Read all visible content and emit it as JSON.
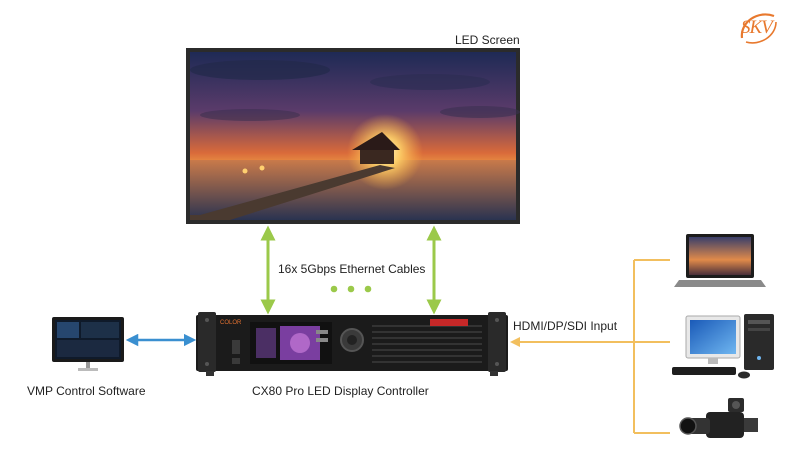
{
  "brand": {
    "logo_text": "SKV"
  },
  "led_screen": {
    "label": "LED Screen"
  },
  "ethernet": {
    "label": "16x 5Gbps Ethernet Cables"
  },
  "controller": {
    "label": "CX80 Pro LED Display Controller",
    "brand_mark": "COLOR"
  },
  "software": {
    "label": "VMP Control Software"
  },
  "inputs": {
    "label": "HDMI/DP/SDI Input"
  },
  "colors": {
    "link_green": "#9bc94a",
    "link_blue": "#3a8fd0",
    "input_orange": "#f2bf5e",
    "logo_orange": "#e8792e"
  }
}
